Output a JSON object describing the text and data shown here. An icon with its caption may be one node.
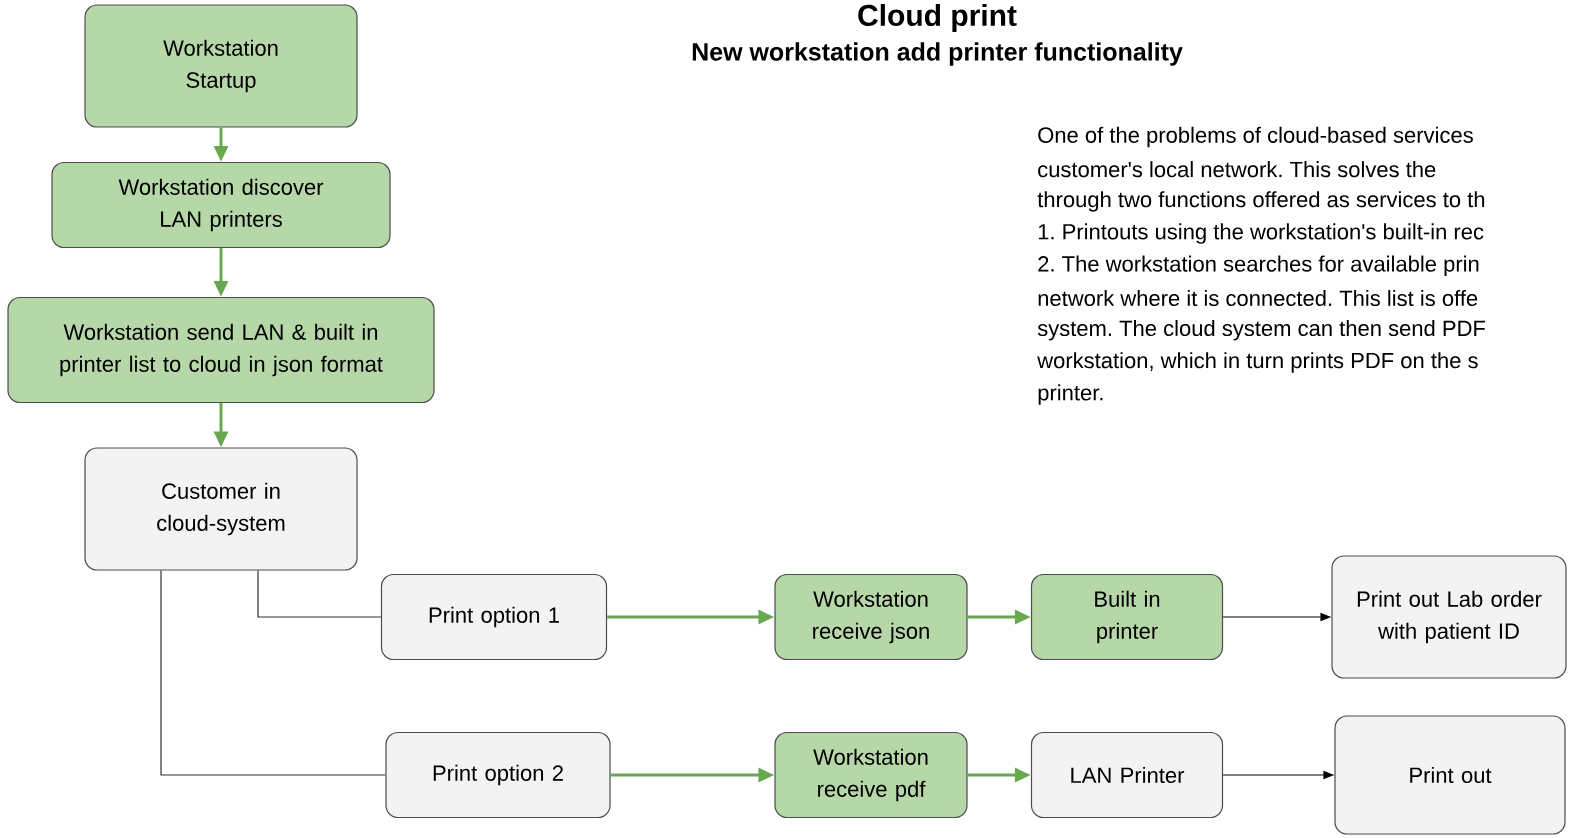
{
  "diagram": {
    "title": "Cloud print",
    "caption": "New workstation add printer functionality",
    "nodes": [
      {
        "text": [
          "Workstation Startup"
        ]
      },
      {
        "text": [
          "Workstation discover LAN printers"
        ]
      },
      {
        "text": [
          "Workstation send LAN & built in printer list to cloud in json format"
        ]
      },
      {
        "text": [
          "Customer in cloud-system"
        ]
      },
      {
        "text": [
          "Print option 1"
        ]
      },
      {
        "text": [
          "Workstation receive json"
        ]
      },
      {
        "text": [
          "Built in printer"
        ]
      },
      {
        "text": [
          "Print out Lab order with patient ID"
        ]
      },
      {
        "text": [
          "Print option 2"
        ]
      },
      {
        "text": [
          "Workstation receive pdf"
        ]
      },
      {
        "text": [
          "LAN Printer"
        ]
      },
      {
        "text": [
          "Print out"
        ]
      }
    ],
    "edges": [
      {
        "from": 0,
        "to": 1,
        "arrow": "to"
      },
      {
        "from": 1,
        "to": 2,
        "arrow": "to"
      },
      {
        "from": 2,
        "to": 3,
        "arrow": "to"
      },
      {
        "from": 3,
        "to": 4,
        "arrow": "none",
        "color": "#333333"
      },
      {
        "from": 3,
        "to": 8,
        "arrow": "none",
        "color": "#333333"
      },
      {
        "from": 4,
        "to": 5,
        "arrow": "to"
      },
      {
        "from": 5,
        "to": 6,
        "arrow": "to"
      },
      {
        "from": 6,
        "to": 7,
        "arrow": "to",
        "color": "#000000"
      },
      {
        "from": 8,
        "to": 9,
        "arrow": "to"
      },
      {
        "from": 9,
        "to": 10,
        "arrow": "to"
      },
      {
        "from": 10,
        "to": 11,
        "arrow": "to",
        "color": "#000000"
      }
    ],
    "labels": [
      "One of the problems of cloud-based services",
      "customer's local network. This solves the",
      "through two functions offered as services to th",
      "1. Printouts using the workstation's built-in rec",
      "2. The workstation searches for available prin",
      "network where it is connected. This list is offe",
      "system. The cloud system can then send PDF",
      "workstation, which in turn prints PDF on the s",
      "printer."
    ]
  }
}
